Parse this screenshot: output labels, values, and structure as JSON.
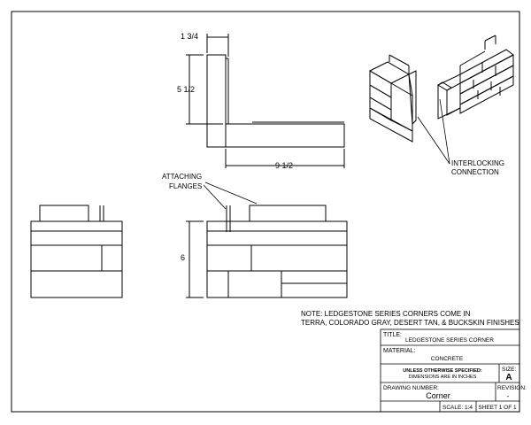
{
  "dimensions": {
    "top_width": "1 3/4",
    "height": "5 1/2",
    "length": "9 1/2",
    "front_height": "6"
  },
  "callouts": {
    "attaching_line1": "ATTACHING",
    "attaching_line2": "FLANGES",
    "interlock_line1": "INTERLOCKING",
    "interlock_line2": "CONNECTION"
  },
  "note": {
    "line1": "NOTE: LEDGESTONE SERIES CORNERS COME IN",
    "line2": "TERRA, COLORADO GRAY, DESERT TAN, & BUCKSKIN FINISHES"
  },
  "title_block": {
    "title_label": "TITLE:",
    "title_value": "LEDGESTONE SERIES CORNER",
    "material_label": "MATERIAL:",
    "material_value": "CONCRETE",
    "unless_specified": "UNLESS OTHERWISE SPECIFIED:",
    "dims_in_inches": "DIMENSIONS ARE IN INCHES",
    "size_label": "SIZE:",
    "size_value": "A",
    "drawing_number_label": "DRAWING NUMBER:",
    "drawing_number_value": "Corner",
    "revision_label": "REVISION:",
    "revision_value": "-",
    "scale": "SCALE: 1:4",
    "sheet": "SHEET 1 OF 1"
  }
}
